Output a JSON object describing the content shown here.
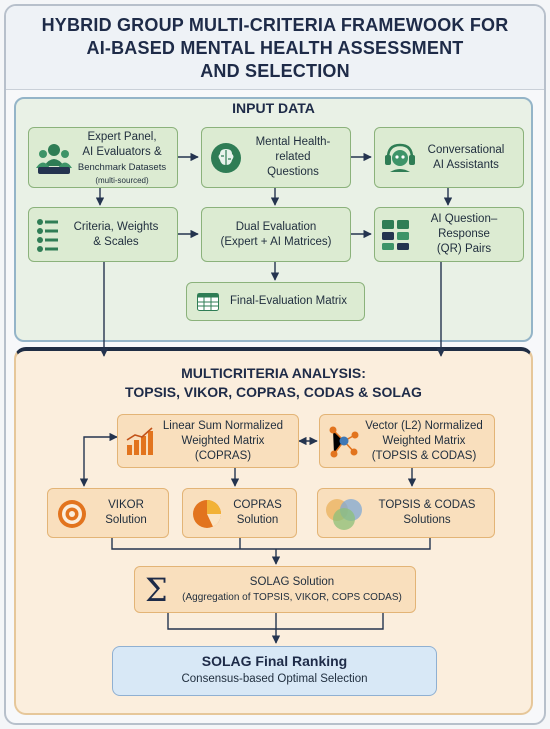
{
  "title": "HYBRID GROUP MULTI-CRITERIA FRAMEWOOK FOR AI-BASED MENTAL HEALTH ASSESSMENT AND SELECTION",
  "title_lines": [
    "HYBRID GROUP MULTI-CRITERIA FRAMEWOOK FOR",
    "AI-BASED MENTAL HEALTH ASSESSMENT",
    "AND SELECTION"
  ],
  "input_section": {
    "title": "INPUT DATA",
    "expert_panel": {
      "line1": "Expert Panel,",
      "line2": "AI Evaluators &",
      "line3": "Benchmark Datasets",
      "note": "(multi-sourced)"
    },
    "questions": {
      "line1": "Mental Health-",
      "line2": "related",
      "line3": "Questions"
    },
    "assistants": {
      "line1": "Conversational",
      "line2": "AI Assistants"
    },
    "criteria": {
      "line1": "Criteria, Weights",
      "line2": "& Scales"
    },
    "dual_eval": {
      "line1": "Dual Evaluation",
      "line2": "(Expert + AI Matrices)"
    },
    "qr_pairs": {
      "line1": "AI Question–Response",
      "line2": "(QR) Pairs"
    },
    "final_matrix": "Final-Evaluation Matrix"
  },
  "analysis_section": {
    "title_line1": "MULTICRITERIA ANALYSIS:",
    "title_line2": "TOPSIS, VIKOR, COPRAS, CODAS & SOLAG",
    "linear_sum": {
      "line1": "Linear Sum Normalized",
      "line2": "Weighted Matrix",
      "line3": "(COPRAS)"
    },
    "vector_l2": {
      "line1": "Vector (L2) Normalized",
      "line2": "Weighted Matrix",
      "line3": "(TOPSIS & CODAS)"
    },
    "vikor": {
      "line1": "VIKOR",
      "line2": "Solution"
    },
    "copras": {
      "line1": "COPRAS",
      "line2": "Solution"
    },
    "topsis_codas": {
      "line1": "TOPSIS & CODAS",
      "line2": "Solutions"
    },
    "solag": {
      "line1": "SOLAG Solution",
      "line2": "(Aggregation of TOPSIS, VIKOR, COPS CODAS)"
    }
  },
  "final_ranking": {
    "title": "SOLAG Final Ranking",
    "subtitle": "Consensus-based Optimal Selection"
  },
  "colors": {
    "input_bg": "#e9f1e6",
    "input_box": "#dcebd2",
    "analysis_bg": "#fbeedd",
    "analysis_box": "#f9dfbd",
    "final_box": "#d8e8f6",
    "icon_green": "#2f7d55",
    "icon_orange": "#e2741e",
    "title_navy": "#1e2b48"
  },
  "icons": [
    "team-icon",
    "brain-icon",
    "headset-bot-icon",
    "checklist-icon",
    "qr-grid-icon",
    "spreadsheet-icon",
    "bar-chart-icon",
    "network-icon",
    "target-icon",
    "pie-chart-icon",
    "venn-icon",
    "sigma-icon"
  ]
}
